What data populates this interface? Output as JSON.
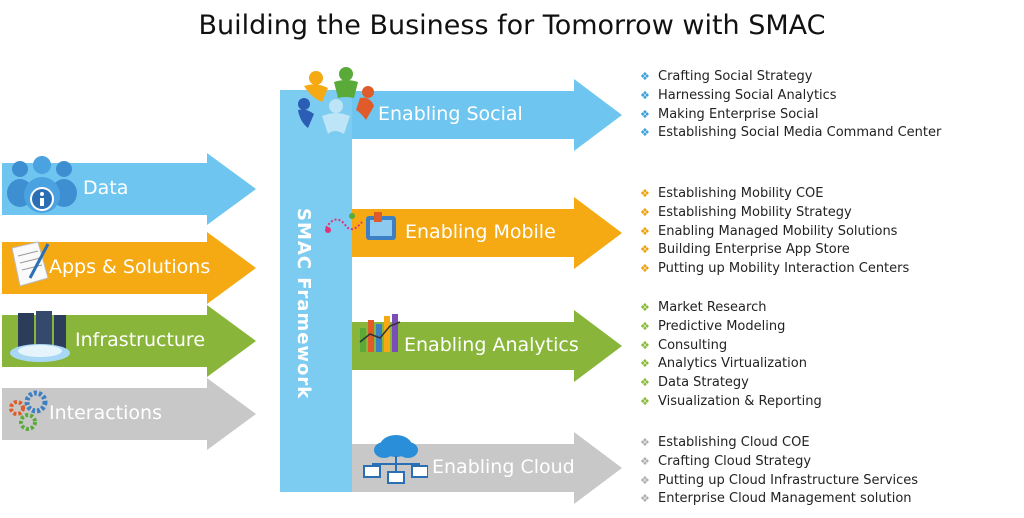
{
  "title": "Building the Business for Tomorrow with SMAC",
  "framework_label": "SMAC Framework",
  "colors": {
    "blue": "#6ec6f0",
    "orange": "#f5a913",
    "green": "#88b53a",
    "grey": "#c8c8c8",
    "framework": "#7ccbf0"
  },
  "inputs": [
    {
      "label": "Data",
      "icon": "info-people-icon",
      "color": "#6ec6f0"
    },
    {
      "label": "Apps & Solutions",
      "icon": "document-pen-icon",
      "color": "#f5a913"
    },
    {
      "label": "Infrastructure",
      "icon": "server-cloud-icon",
      "color": "#88b53a"
    },
    {
      "label": "Interactions",
      "icon": "gears-icon",
      "color": "#c8c8c8"
    }
  ],
  "outputs": [
    {
      "label": "Enabling Social",
      "icon": "people-circle-icon",
      "color": "#6ec6f0",
      "bullet_color": "#3a9fd8",
      "items": [
        "Crafting Social Strategy",
        "Harnessing Social Analytics",
        "Making Enterprise Social",
        "Establishing Social Media Command Center"
      ]
    },
    {
      "label": "Enabling Mobile",
      "icon": "mobile-devices-icon",
      "color": "#f5a913",
      "bullet_color": "#e8a010",
      "items": [
        "Establishing Mobility COE",
        "Establishing Mobility Strategy",
        "Enabling Managed Mobility Solutions",
        "Building Enterprise App Store",
        "Putting up Mobility Interaction Centers"
      ]
    },
    {
      "label": "Enabling Analytics",
      "icon": "bar-chart-icon",
      "color": "#88b53a",
      "bullet_color": "#8ab83a",
      "items": [
        "Market Research",
        "Predictive Modeling",
        "Consulting",
        "Analytics Virtualization",
        "Data Strategy",
        "Visualization & Reporting"
      ]
    },
    {
      "label": "Enabling Cloud",
      "icon": "cloud-network-icon",
      "color": "#c8c8c8",
      "bullet_color": "#b0b0b0",
      "items": [
        "Establishing Cloud COE",
        "Crafting Cloud Strategy",
        "Putting up Cloud Infrastructure Services",
        "Enterprise Cloud Management solution"
      ]
    }
  ]
}
